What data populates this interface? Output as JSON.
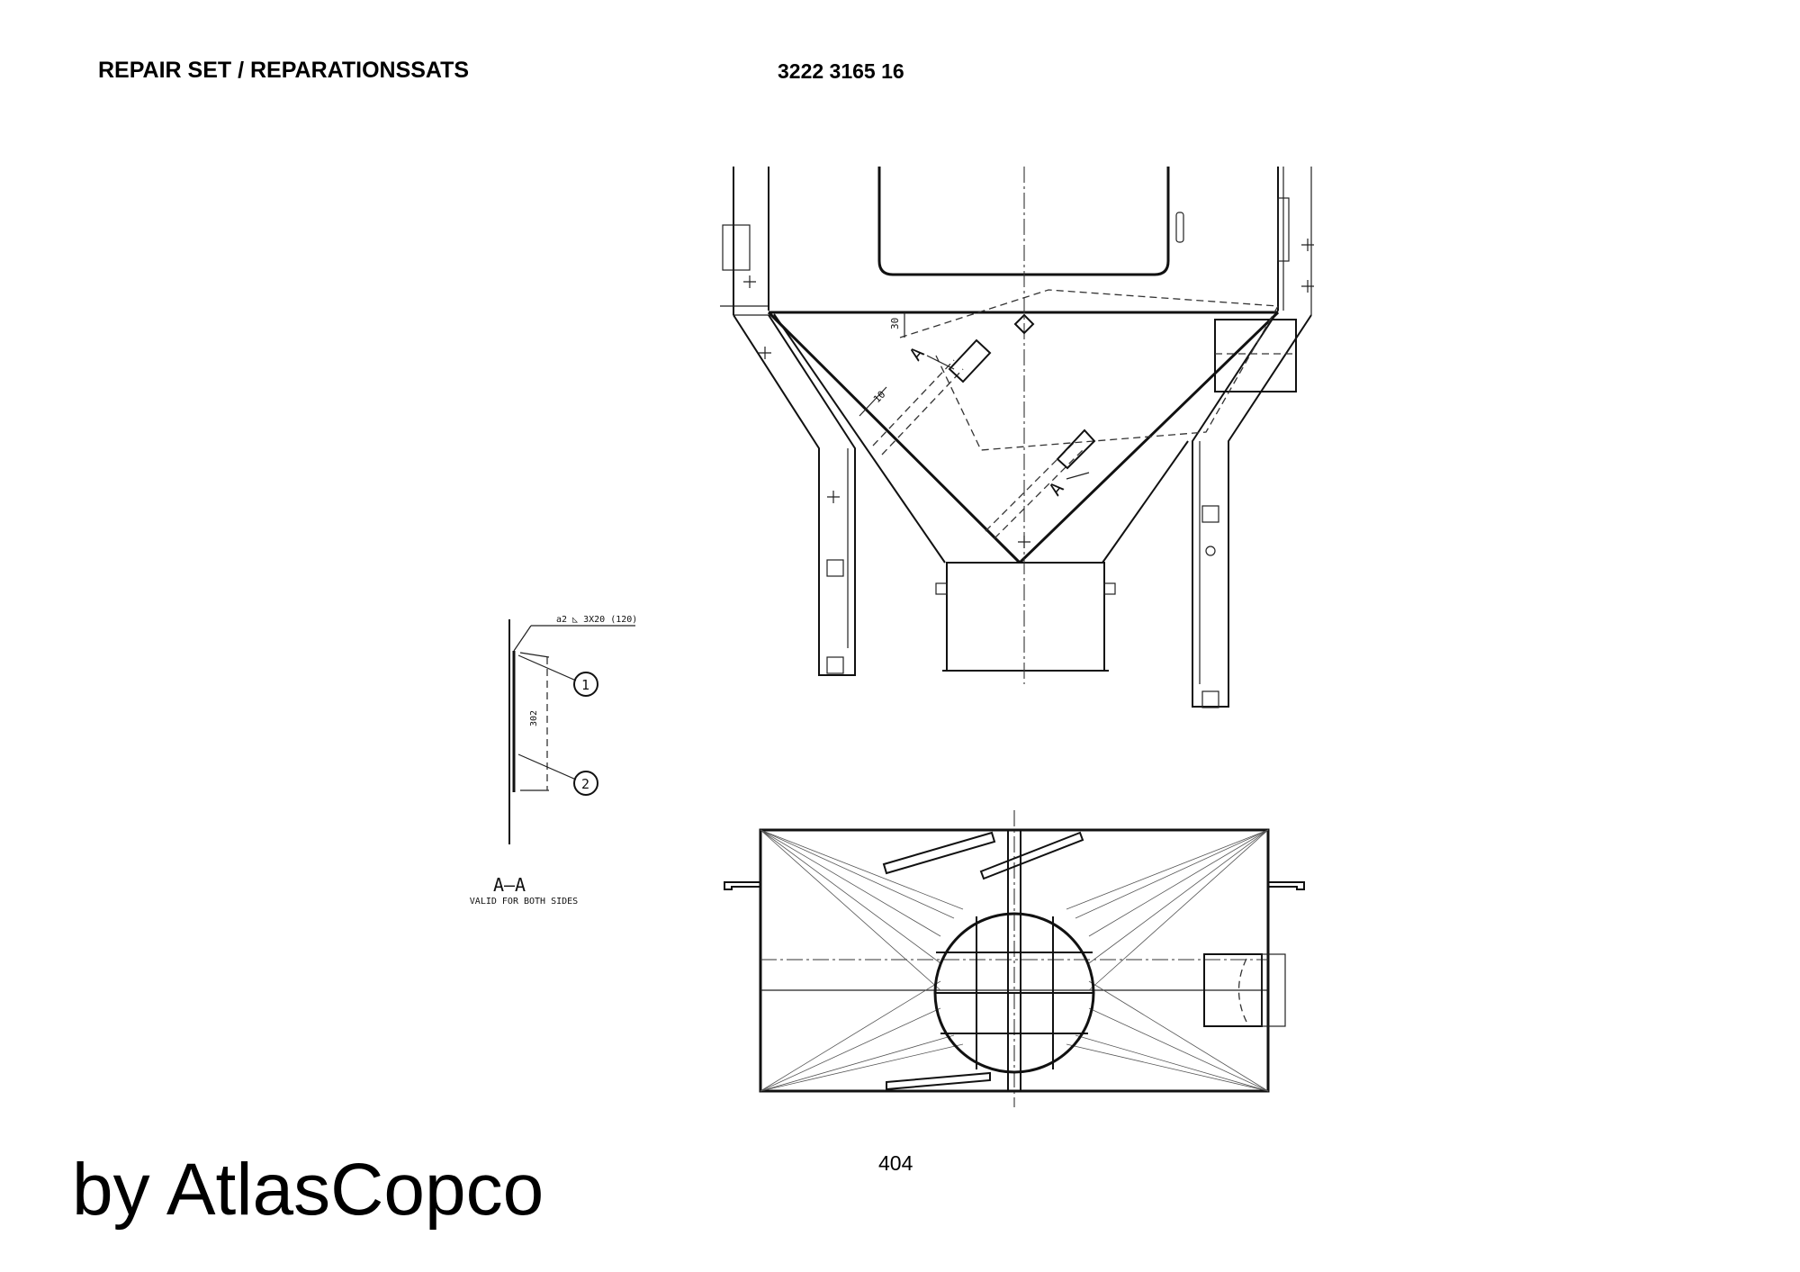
{
  "header": {
    "title": "REPAIR SET / REPARATIONSSATS",
    "part_number": "3222 3165 16"
  },
  "footer": {
    "page_number": "404",
    "brand": "by AtlasCopco"
  },
  "drawing": {
    "section_label": "A–A",
    "section_note": "VALID FOR BOTH SIDES",
    "weld_symbol": "a2 ◺ 3X20 (120)",
    "dim_302": "302",
    "dim_30": "30",
    "dim_10": "10",
    "section_mark_1": "A",
    "section_mark_2": "A",
    "balloon_1": "1",
    "balloon_2": "2"
  }
}
